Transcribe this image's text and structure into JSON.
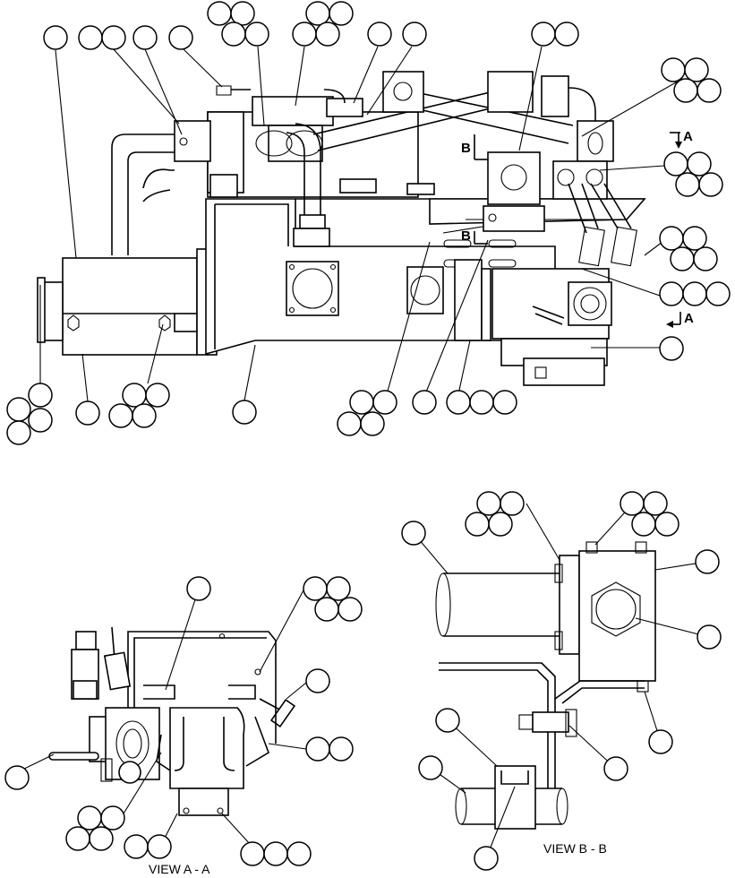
{
  "views": {
    "view_aa": "VIEW  A - A",
    "view_bb": "VIEW  B - B"
  },
  "section_markers": {
    "a_top": "A",
    "a_bottom": "A",
    "b_upper": "B",
    "b_lower": "B"
  }
}
